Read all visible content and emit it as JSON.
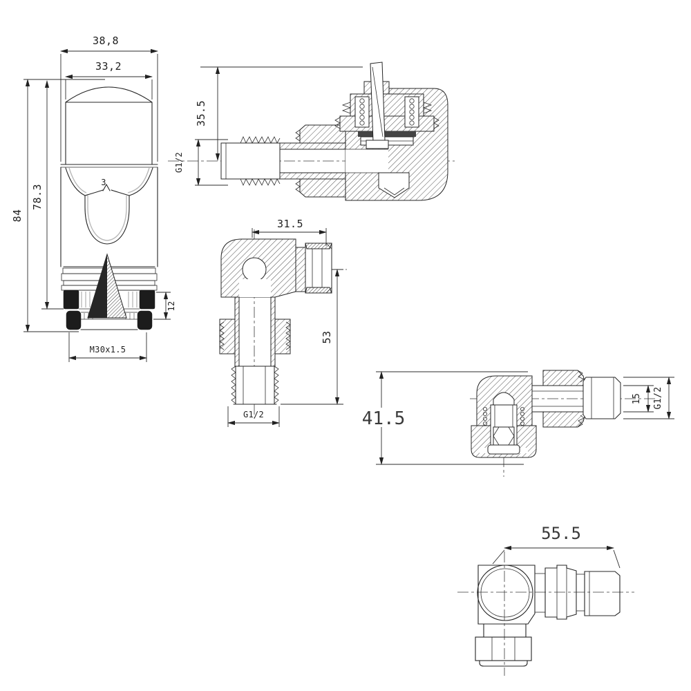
{
  "style": {
    "background": "#ffffff",
    "line_color": "#242424",
    "dim_color": "#2b2b2b",
    "accent_gray": "#b9b9b9"
  },
  "views": {
    "trv_head": {
      "dims": {
        "outer_width": "38,8",
        "cap_width": "33,2",
        "total_height": "84",
        "body_height": "78.3",
        "setting_number": "3",
        "grip_height": "12",
        "connection_thread": "M30x1.5"
      }
    },
    "angle_valve_section": {
      "dims": {
        "axis_to_top": "35.5",
        "inlet_thread": "G1/2"
      }
    },
    "elbow_body_section": {
      "dims": {
        "axis_to_outlet": "31.5",
        "height": "53",
        "tail_thread": "G1/2"
      }
    },
    "side_section": {
      "dims": {
        "height": "41.5",
        "pipe_diameter": "15",
        "outlet_thread": "G1/2"
      }
    },
    "outline_view": {
      "dims": {
        "overall_width": "55.5"
      }
    }
  }
}
